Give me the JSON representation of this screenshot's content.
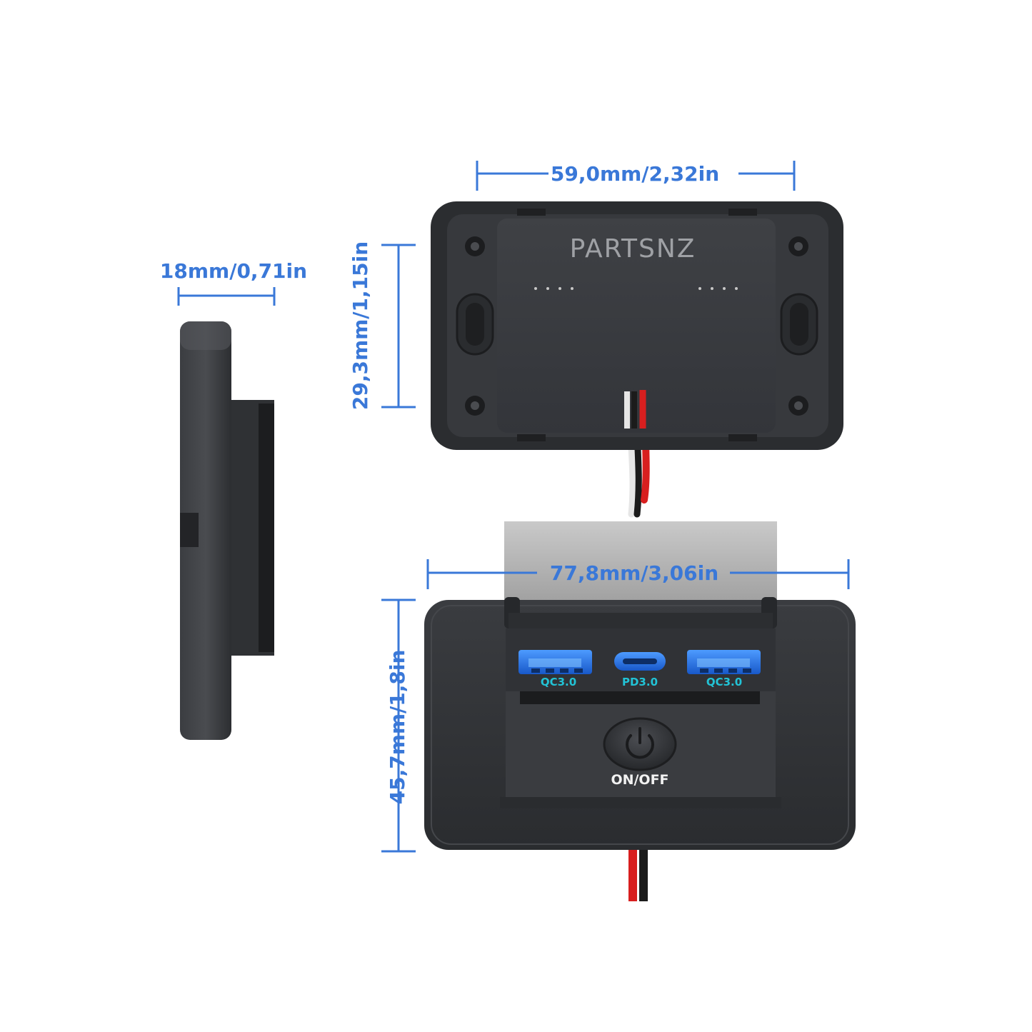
{
  "dimensions": {
    "depth": "18mm/0,71in",
    "width_back": "59,0mm/2,32in",
    "height_back": "29,3mm/1,15in",
    "width_front": "77,8mm/3,06in",
    "height_front": "45,7mm/1,8in"
  },
  "brand": "PARTSNZ",
  "ports": [
    {
      "type": "usb-a",
      "label": "QC3.0"
    },
    {
      "type": "usb-c",
      "label": "PD3.0"
    },
    {
      "type": "usb-a",
      "label": "QC3.0"
    }
  ],
  "power_button_label": "ON/OFF",
  "colors": {
    "dimension": "#3a78d8",
    "port_label": "#22c3d6",
    "usb_blue": "#1f6fe0",
    "body": "#2d2f33",
    "wire_red": "#d81f1f"
  }
}
